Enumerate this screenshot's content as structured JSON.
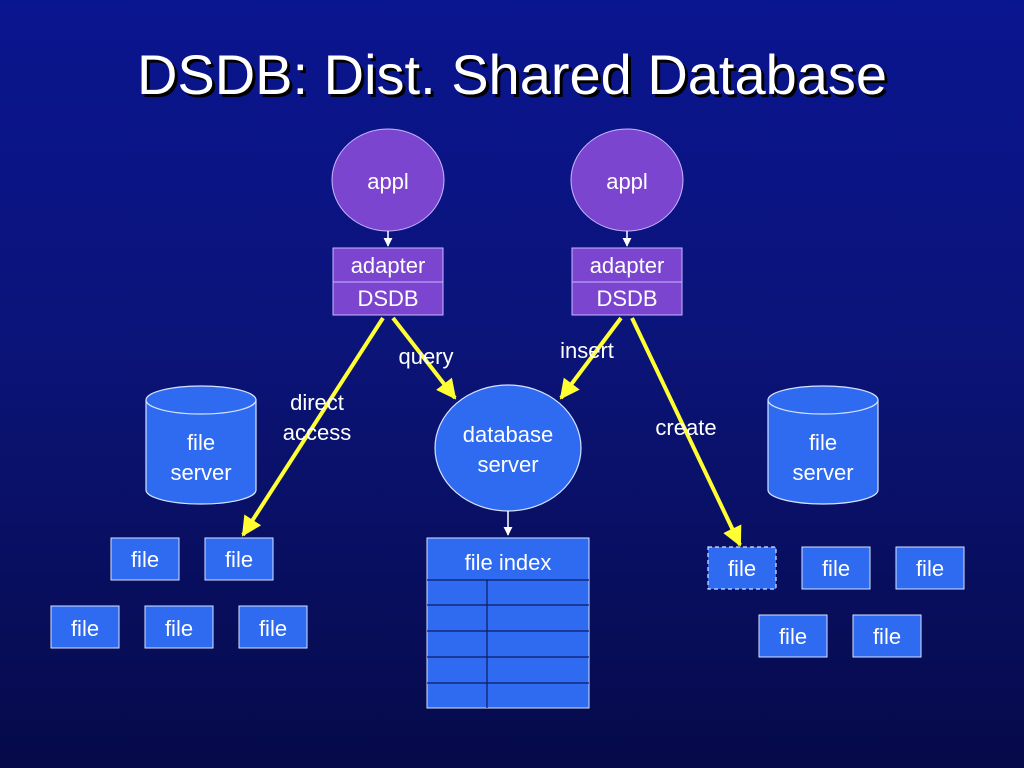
{
  "title": "DSDB: Dist. Shared Database",
  "appl_left": {
    "label": "appl"
  },
  "appl_right": {
    "label": "appl"
  },
  "adapter_left": {
    "top": "adapter",
    "bottom": "DSDB"
  },
  "adapter_right": {
    "top": "adapter",
    "bottom": "DSDB"
  },
  "database_server": {
    "line1": "database",
    "line2": "server"
  },
  "file_server_left": {
    "line1": "file",
    "line2": "server"
  },
  "file_server_right": {
    "line1": "file",
    "line2": "server"
  },
  "file_index": {
    "label": "file index"
  },
  "edges": {
    "query": "query",
    "insert": "insert",
    "direct_access_line1": "direct",
    "direct_access_line2": "access",
    "create": "create"
  },
  "files": {
    "left_top_1": "file",
    "left_top_2": "file",
    "left_bottom_1": "file",
    "left_bottom_2": "file",
    "left_bottom_3": "file",
    "right_top_new": "file",
    "right_top_2": "file",
    "right_top_3": "file",
    "right_bottom_1": "file",
    "right_bottom_2": "file"
  },
  "colors": {
    "background": "#0b1478",
    "node_fill": "#7b45d0",
    "storage_fill": "#2f6bf0",
    "accent_arrow": "#ffff33"
  }
}
